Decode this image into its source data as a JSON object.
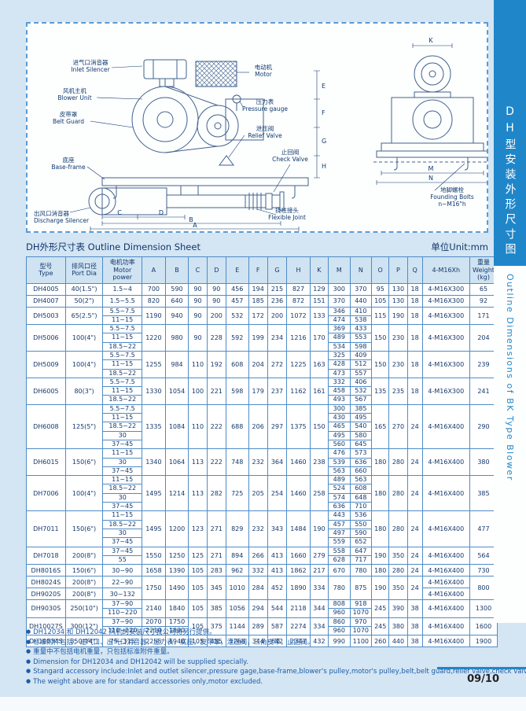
{
  "colors": {
    "sidebar_blue": "#1f86c9",
    "table_border": "#4f8cc7",
    "text_navy": "#123a6e",
    "page_bg": "#d4e5f3"
  },
  "sidebar": {
    "title_cn": "DH型安装外形尺寸图",
    "title_en": "Outline Dimensions of BK Type Blower"
  },
  "sheet": {
    "title": "DH外形尺寸表 Outline Dimension Sheet",
    "unit": "单位Unit:mm"
  },
  "page_number": "09/10",
  "diagram": {
    "labels": {
      "inlet_silencer": {
        "cn": "进气口消音器",
        "en": "Inlet Silencer"
      },
      "blower_unit": {
        "cn": "风机主机",
        "en": "Blower Unit"
      },
      "belt_guard": {
        "cn": "皮带罩",
        "en": "Belt Guard"
      },
      "motor": {
        "cn": "电动机",
        "en": "Motor"
      },
      "pressure_gauge": {
        "cn": "压力表",
        "en": "Pressure gauge"
      },
      "relief_valve": {
        "cn": "泄压阀",
        "en": "Relief Valve"
      },
      "check_valve": {
        "cn": "止回阀",
        "en": "Check Valve"
      },
      "base_frame": {
        "cn": "底座",
        "en": "Base-frame"
      },
      "discharge_silencer": {
        "cn": "出风口消音器",
        "en": "Discharge Silencer"
      },
      "flexible_joint": {
        "cn": "挠性接头",
        "en": "Flexible Joint"
      },
      "founding_bolts": {
        "cn": "地脚螺栓",
        "en": "Founding Bolts",
        "note": "n~M16\"h"
      }
    },
    "dims": {
      "left_bottom": [
        "C",
        "D",
        "B",
        "A"
      ],
      "left_side": [
        "E",
        "F",
        "G",
        "H"
      ],
      "right": [
        "K",
        "M",
        "N"
      ]
    }
  },
  "table": {
    "columns": [
      [
        "型号",
        "Type"
      ],
      [
        "排风口径",
        "Port Dia"
      ],
      [
        "电机功率",
        "Motor power"
      ],
      [
        "A"
      ],
      [
        "B"
      ],
      [
        "C"
      ],
      [
        "D"
      ],
      [
        "E"
      ],
      [
        "F"
      ],
      [
        "G"
      ],
      [
        "H"
      ],
      [
        "K"
      ],
      [
        "M"
      ],
      [
        "N"
      ],
      [
        "O"
      ],
      [
        "P"
      ],
      [
        "Q"
      ],
      [
        "4-M16Xh"
      ],
      [
        "重量",
        "Weight",
        "(kg)"
      ]
    ],
    "rows": [
      [
        "DH4005",
        "40(1.5\")",
        "1.5~4",
        "700",
        "590",
        "90",
        "90",
        "456",
        "194",
        "215",
        "827",
        "129",
        "300",
        "370",
        "95",
        "130",
        "18",
        "4-M16X300",
        "65"
      ],
      [
        "DH4007",
        "50(2\")",
        "1.5~5.5",
        "820",
        "640",
        "90",
        "90",
        "457",
        "185",
        "236",
        "872",
        "151",
        "370",
        "440",
        "105",
        "130",
        "18",
        "4-M16X300",
        "92"
      ],
      [
        "DH5003",
        "65(2.5\")",
        [
          "5.5~7.5",
          "11~15"
        ],
        "1190",
        "940",
        "90",
        "200",
        "532",
        "172",
        "200",
        "1072",
        "133",
        [
          "346",
          "474"
        ],
        [
          "410",
          "538"
        ],
        "115",
        "190",
        "18",
        "4-M16X300",
        "171"
      ],
      [
        "DH5006",
        "100(4\")",
        [
          "5.5~7.5",
          "11~15",
          "18.5~22"
        ],
        "1220",
        "980",
        "90",
        "228",
        "592",
        "199",
        "234",
        "1216",
        "170",
        [
          "369",
          "489",
          "534"
        ],
        [
          "433",
          "553",
          "598"
        ],
        "150",
        "230",
        "18",
        "4-M16X300",
        "204"
      ],
      [
        "DH5009",
        "100(4\")",
        [
          "5.5~7.5",
          "11~15",
          "18.5~22"
        ],
        "1255",
        "984",
        "110",
        "192",
        "608",
        "204",
        "272",
        "1225",
        "163",
        [
          "325",
          "428",
          "473"
        ],
        [
          "409",
          "512",
          "557"
        ],
        "150",
        "230",
        "18",
        "4-M16X300",
        "239"
      ],
      [
        "DH6005",
        "80(3\")",
        [
          "5.5~7.5",
          "11~15",
          "18.5~22"
        ],
        "1330",
        "1054",
        "100",
        "221",
        "598",
        "179",
        "237",
        "1162",
        "161",
        [
          "332",
          "458",
          "493"
        ],
        [
          "406",
          "532",
          "567"
        ],
        "135",
        "235",
        "18",
        "4-M16X300",
        "241"
      ],
      [
        "DH6008",
        "125(5\")",
        [
          "5.5~7.5",
          "11~15",
          "18.5~22",
          "30",
          "37~45"
        ],
        "1335",
        "1084",
        "110",
        "222",
        "688",
        "206",
        "297",
        "1375",
        "150",
        [
          "300",
          "430",
          "465",
          "495",
          "560"
        ],
        [
          "385",
          "495",
          "540",
          "580",
          "645"
        ],
        "165",
        "270",
        "24",
        "4-M16X400",
        "290"
      ],
      [
        "DH6015",
        "150(6\")",
        [
          "11~15",
          "30",
          "37~45"
        ],
        "1340",
        "1064",
        "113",
        "222",
        "748",
        "232",
        "364",
        "1460",
        "238",
        [
          "476",
          "539",
          "563"
        ],
        [
          "573",
          "636",
          "660"
        ],
        "180",
        "280",
        "24",
        "4-M16X400",
        "380"
      ],
      [
        "DH7006",
        "100(4\")",
        [
          "11~15",
          "18.5~22",
          "30",
          "37~45"
        ],
        "1495",
        "1214",
        "113",
        "282",
        "725",
        "205",
        "254",
        "1460",
        "258",
        [
          "489",
          "524",
          "574",
          "636"
        ],
        [
          "563",
          "608",
          "648",
          "710"
        ],
        "180",
        "280",
        "24",
        "4-M16X400",
        "385"
      ],
      [
        "DH7011",
        "150(6\")",
        [
          "11~15",
          "18.5~22",
          "30",
          "37~45"
        ],
        "1495",
        "1200",
        "123",
        "271",
        "829",
        "232",
        "343",
        "1484",
        "190",
        [
          "443",
          "457",
          "497",
          "559"
        ],
        [
          "536",
          "550",
          "590",
          "652"
        ],
        "180",
        "280",
        "24",
        "4-M16X400",
        "477"
      ],
      [
        "DH7018",
        "200(8\")",
        [
          "37~45",
          "55"
        ],
        "1550",
        "1250",
        "125",
        "271",
        "894",
        "266",
        "413",
        "1660",
        "279",
        [
          "558",
          "628"
        ],
        [
          "647",
          "717"
        ],
        "190",
        "350",
        "24",
        "4-M16X400",
        "564"
      ],
      [
        "DH8016S",
        "150(6\")",
        "30~90",
        "1658",
        "1390",
        "105",
        "283",
        "962",
        "332",
        "413",
        "1862",
        "217",
        "670",
        "780",
        "180",
        "280",
        "24",
        "4-M16X400",
        "730"
      ],
      [
        "DH8024S",
        "200(8\")",
        "22~90",
        {
          "t": "1750",
          "rs": 2
        },
        {
          "t": "1490",
          "rs": 2
        },
        {
          "t": "105",
          "rs": 2
        },
        {
          "t": "345",
          "rs": 2
        },
        {
          "t": "1010",
          "rs": 2
        },
        {
          "t": "284",
          "rs": 2
        },
        {
          "t": "452",
          "rs": 2
        },
        {
          "t": "1890",
          "rs": 2
        },
        {
          "t": "334",
          "rs": 2
        },
        {
          "t": "780",
          "rs": 2
        },
        {
          "t": "875",
          "rs": 2
        },
        {
          "t": "190",
          "rs": 2
        },
        {
          "t": "350",
          "rs": 2
        },
        {
          "t": "24",
          "rs": 2
        },
        "4-M16X400",
        {
          "t": "800",
          "rs": 2
        }
      ],
      [
        "DH9020S",
        "200(8\")",
        "30~132",
        null,
        null,
        null,
        null,
        null,
        null,
        null,
        null,
        null,
        null,
        null,
        null,
        null,
        null,
        "4-M16X400",
        null
      ],
      [
        "DH9030S",
        "250(10\")",
        [
          "37~90",
          "110~220"
        ],
        "2140",
        "1840",
        "105",
        "385",
        "1056",
        "294",
        "544",
        "2118",
        "344",
        [
          "808",
          "960"
        ],
        [
          "918",
          "1070"
        ],
        "245",
        "390",
        "38",
        "4-M16X400",
        "1300"
      ],
      [
        "DH10027S",
        "300(12\")",
        [
          "37~90",
          "110~220"
        ],
        [
          "2070",
          "2210"
        ],
        [
          "1750",
          "1890"
        ],
        "105",
        "375",
        "1144",
        "289",
        "587",
        "2274",
        "334",
        [
          "860",
          "960"
        ],
        [
          "970",
          "1070"
        ],
        "245",
        "380",
        "38",
        "4-M16X400",
        "1600"
      ],
      [
        "DH10034S",
        "350(14\")",
        "75~315",
        "2255",
        "1940",
        "105",
        "455",
        "1268",
        "344",
        "642",
        "2347",
        "432",
        "990",
        "1100",
        "260",
        "440",
        "38",
        "4-M16X400",
        "1900"
      ]
    ]
  },
  "notes": [
    "DH12034 和 DH12042 风机的安装尺寸我公司将另行提供。",
    "标准附件包括：进气口、出气口消音器，压力表，底座，皮带罩，泄压阀，三角皮带，止回阀。",
    "重量中不包括电机重量，只包括标准附件重量。",
    "Dimension for DH12034 and DH12042 will be supplied specially.",
    "Stangard accessory include:Inlet and outlet silencer,pressure gage,base-frame,blower's pulley,motor's pulley,belt,belt guard,relief valve,check valve.",
    "The weight above are for standard accessories only,motor excluded."
  ]
}
